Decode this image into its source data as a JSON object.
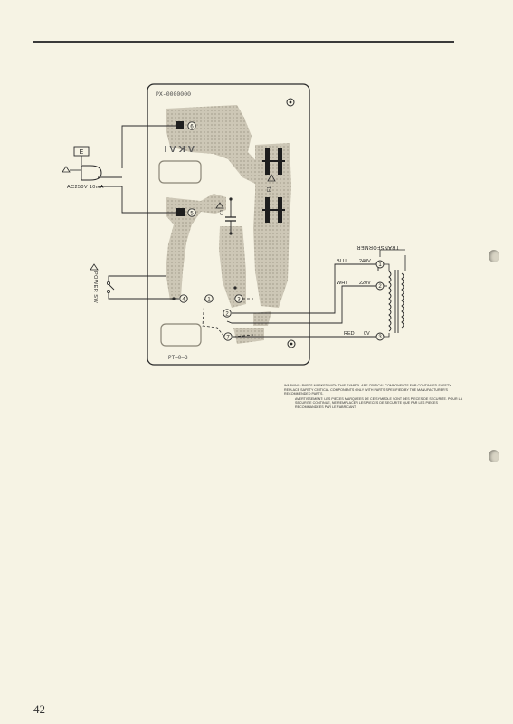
{
  "page": {
    "number": "42"
  },
  "board": {
    "part_number": "PX-0000000",
    "brand": "AKAI",
    "bottom_marking": "PT—0—3"
  },
  "left_side": {
    "earth_label": "E",
    "fuse_label": "AC250V 10mA",
    "switch_label": "POWER SW"
  },
  "components": {
    "capacitor_label": "C1",
    "fuse_f1": "F1"
  },
  "pin_numbers": [
    "6",
    "5",
    "4",
    "1",
    "3",
    "2",
    "7"
  ],
  "transformer": {
    "title": "TRANSFORMER",
    "terminals": [
      {
        "wire": "BLU",
        "voltage": "240V",
        "pin": "1"
      },
      {
        "wire": "WHT",
        "voltage": "220V",
        "pin": "2"
      },
      {
        "wire": "RED",
        "voltage": "0V",
        "pin": "3"
      }
    ]
  },
  "safety_notes": [
    "WARNING: PARTS MARKED WITH THIS SYMBOL ARE CRITICAL COMPONENTS FOR CONTINUED SAFETY. REPLACE SAFETY CRITICAL COMPONENTS ONLY WITH PARTS SPECIFIED BY THE MANUFACTURER'S RECOMMENDED PARTS.",
    "AVERTISSEMENT: LES PIECES MARQUEES DE CE SYMBOLE SONT DES PIECES DE SECURITE. POUR LA SECURITE CONTINUE, NE REMPLACER LES PIECES DE SECURITE QUE PAR LES PIECES RECOMMANDEES PAR LE FABRICANT."
  ],
  "colors": {
    "ink": "#2a2a2a",
    "copper": "#c9c3b4",
    "paper": "#f6f3e4"
  }
}
